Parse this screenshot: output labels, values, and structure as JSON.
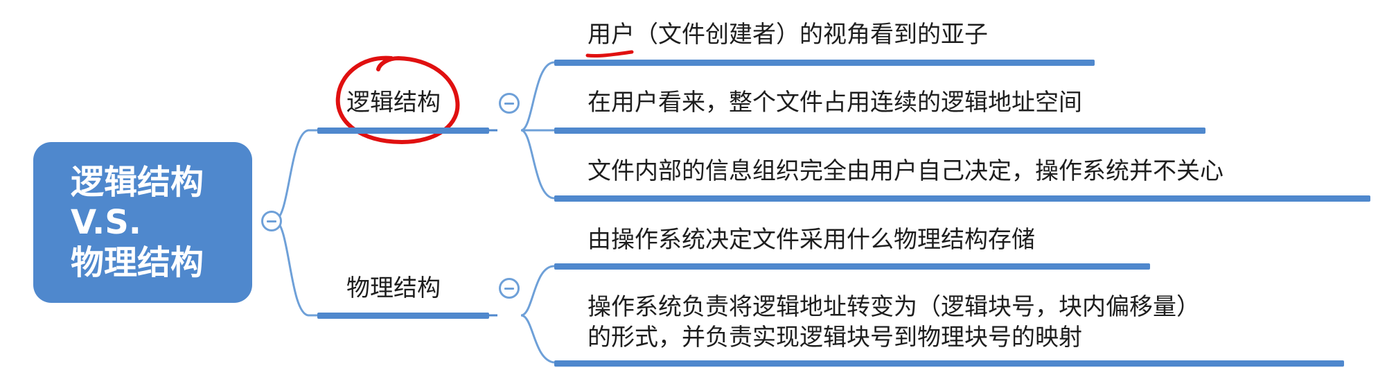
{
  "root": {
    "lines": [
      "逻辑结构",
      "V.S.",
      "物理结构"
    ],
    "color": "#4f88cd"
  },
  "branches": [
    {
      "label": "逻辑结构",
      "annotation": "red-circle",
      "items": [
        {
          "lines": [
            "用户（文件创建者）的视角看到的亚子"
          ],
          "annotation": "red-underline-on-用户"
        },
        {
          "lines": [
            "在用户看来，整个文件占用连续的逻辑地址空间"
          ]
        },
        {
          "lines": [
            "文件内部的信息组织完全由用户自己决定，操作系统并不关心"
          ]
        }
      ]
    },
    {
      "label": "物理结构",
      "items": [
        {
          "lines": [
            "由操作系统决定文件采用什么物理结构存储"
          ]
        },
        {
          "lines": [
            "操作系统负责将逻辑地址转变为（逻辑块号，块内偏移量）",
            "的形式，并负责实现逻辑块号到物理块号的映射"
          ]
        }
      ]
    }
  ],
  "colors": {
    "connector": "#4f88cd",
    "collapse_icon": "#6ea0d8",
    "annotation": "#e01010",
    "text": "#1e1e1e"
  },
  "icons": [
    "collapse-minus-icon"
  ]
}
